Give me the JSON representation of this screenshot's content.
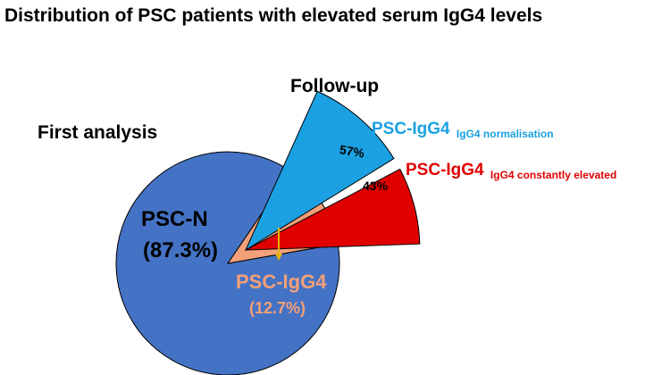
{
  "title": "Distribution of PSC patients with elevated serum IgG4 levels",
  "colors": {
    "psc_n": "#4472C4",
    "psc_igg4": "#F4A07A",
    "normalisation": "#1BA1E2",
    "elevated": "#E00000",
    "arrow": "#E8B400",
    "text": "#000000"
  },
  "chart_data": [
    {
      "type": "pie",
      "title": "First analysis",
      "slices": [
        {
          "label": "PSC-N",
          "value": 87.3,
          "value_label": "(87.3%)",
          "color": "#4472C4"
        },
        {
          "label": "PSC-IgG4",
          "value": 12.7,
          "value_label": "(12.7%)",
          "color": "#F4A07A"
        }
      ]
    },
    {
      "type": "pie",
      "title": "Follow-up",
      "subset_of": "PSC-IgG4",
      "slices": [
        {
          "label": "PSC-IgG4",
          "sublabel": "IgG4 normalisation",
          "value": 57,
          "value_label": "57%",
          "color": "#1BA1E2"
        },
        {
          "label": "PSC-IgG4",
          "sublabel": "IgG4 constantly elevated",
          "value": 43,
          "value_label": "43%",
          "color": "#E00000"
        }
      ]
    }
  ]
}
